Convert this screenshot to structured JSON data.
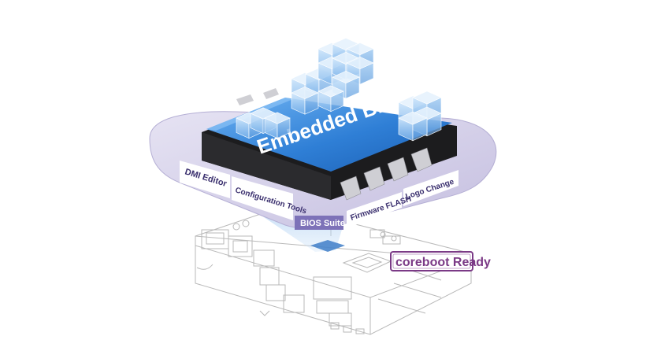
{
  "chip": {
    "title": "Embedded BIOS"
  },
  "labels": {
    "dmi_editor": "DMI Editor",
    "configuration_tools": "Configuration Tools",
    "bios_suite": "BIOS Suite",
    "firmware_flash": "Firmware FLASH",
    "logo_change": "Logo Change"
  },
  "stamp": {
    "text": "coreboot Ready"
  },
  "colors": {
    "chip_blue": "#2f7fd6",
    "chip_body": "#1c1c1e",
    "ring_lavender": "#c9c4e3",
    "label_text": "#3a2f6e",
    "stamp_purple": "#7b3a86",
    "beam_blue": "#9fc6ef"
  }
}
